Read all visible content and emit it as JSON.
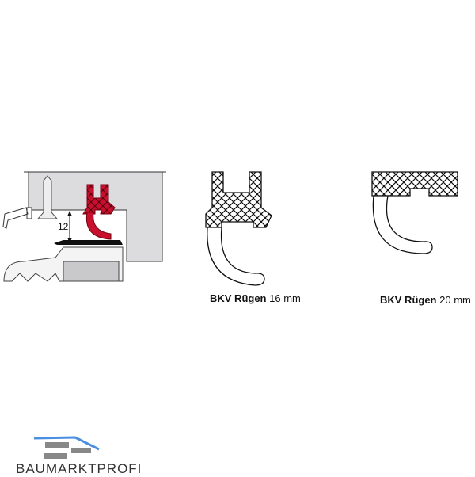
{
  "drawing": {
    "dimension_label": "12"
  },
  "profiles": [
    {
      "name": "BKV Rügen",
      "size": "16 mm"
    },
    {
      "name": "BKV Rügen",
      "size": "20 mm"
    }
  ],
  "logo": {
    "text": "BAUMARKTPROFI"
  },
  "colors": {
    "seal_red": "#c8102e",
    "frame_grey": "#d9d9db",
    "logo_blue": "#4a8fe0"
  }
}
